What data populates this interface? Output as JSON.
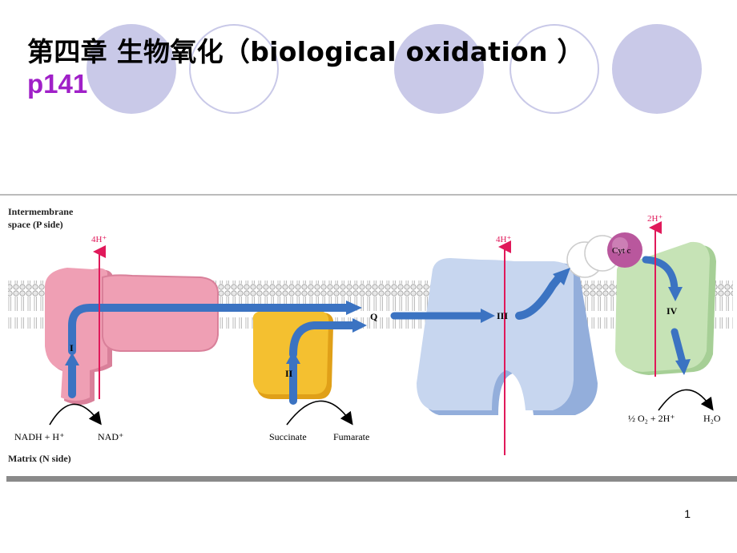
{
  "slide": {
    "title": "第四章 生物氧化（biological oxidation ）",
    "page_ref": "p141",
    "slide_number": "1"
  },
  "figure": {
    "intermembrane_label_line1": "Intermembrane",
    "intermembrane_label_line2": "space (P side)",
    "matrix_label": "Matrix (N side)",
    "proton_labels": [
      "4H⁺",
      "4H⁺",
      "2H⁺"
    ],
    "complex_labels": [
      "I",
      "II",
      "III",
      "IV"
    ],
    "q_label": "Q",
    "cytc_label": "Cyt c",
    "reactants": {
      "complex1_in": "NADH + H⁺",
      "complex1_out": "NAD⁺",
      "complex2_in": "Succinate",
      "complex2_out": "Fumarate",
      "complex4_in": "½ O₂ + 2H⁺",
      "complex4_out": "H₂O"
    },
    "colors": {
      "complex1": "#ef9fb4",
      "complex2": "#f4c030",
      "complex3": "#c7d6ef",
      "complex4": "#c6e3b6",
      "cytc": "#b9579d",
      "arrow": "#3b73c2",
      "proton": "#e0195a",
      "accent_purple": "#a020c8"
    }
  }
}
